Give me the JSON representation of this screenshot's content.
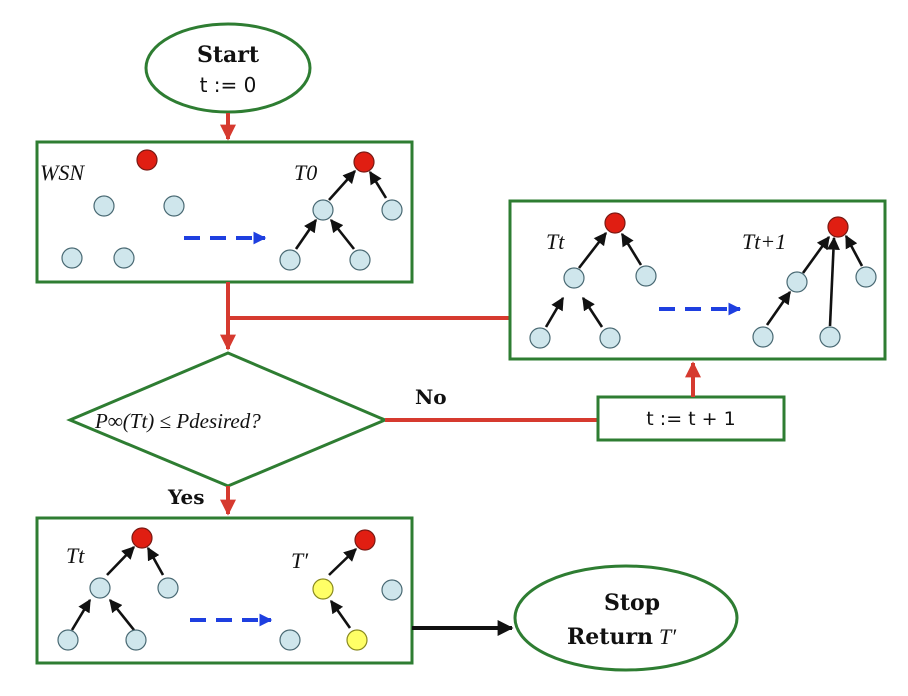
{
  "start": {
    "title": "Start",
    "init": "t := 0"
  },
  "initial_box": {
    "network_label": "WSN",
    "tree_label": "T0"
  },
  "decision": {
    "condition": "P∞(Tt) ≤ Pdesired?"
  },
  "branch_labels": {
    "no": "No",
    "yes": "Yes"
  },
  "increment": {
    "text": "t := t + 1"
  },
  "update_box": {
    "left_tree_label": "Tt",
    "right_tree_label": "Tt+1"
  },
  "final_box": {
    "left_tree_label": "Tt",
    "right_tree_label": "T′"
  },
  "stop": {
    "title": "Stop",
    "return_word": "Return",
    "return_value": "T′"
  },
  "colors": {
    "box_border": "#2e7d32",
    "flow_arrow": "#d63a2f",
    "dashed_arrow": "#1e3fe0",
    "sink_node": "#e01e12",
    "sensor_node": "#cfe6ec",
    "highlight_node": "#ffff66"
  }
}
